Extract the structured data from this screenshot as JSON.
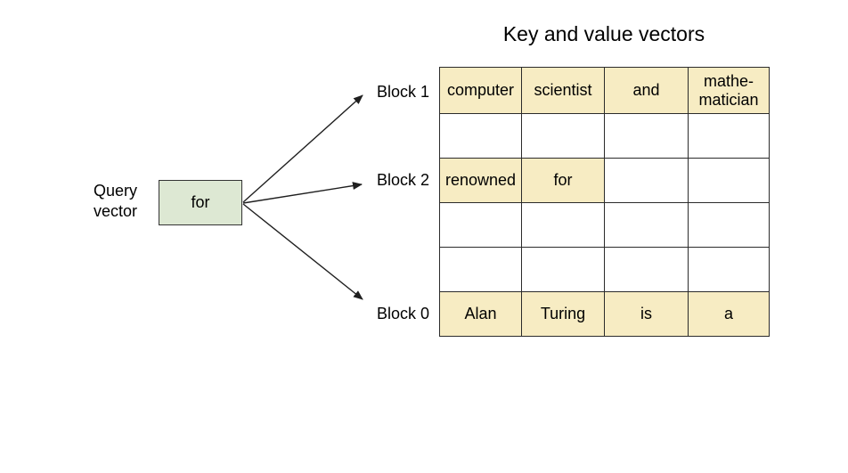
{
  "title": "Key and value vectors",
  "query_vector": {
    "label": "Query\nvector",
    "box_text": "for"
  },
  "block_labels": [
    "Block 1",
    "Block 2",
    "Block 0"
  ],
  "table": {
    "rows": [
      {
        "cells": [
          {
            "text": "computer",
            "highlight": true
          },
          {
            "text": "scientist",
            "highlight": true
          },
          {
            "text": "and",
            "highlight": true
          },
          {
            "text": "mathe-matician",
            "highlight": true
          }
        ]
      },
      {
        "cells": [
          {
            "text": "",
            "highlight": false
          },
          {
            "text": "",
            "highlight": false
          },
          {
            "text": "",
            "highlight": false
          },
          {
            "text": "",
            "highlight": false
          }
        ]
      },
      {
        "cells": [
          {
            "text": "renowned",
            "highlight": true
          },
          {
            "text": "for",
            "highlight": true
          },
          {
            "text": "",
            "highlight": false
          },
          {
            "text": "",
            "highlight": false
          }
        ]
      },
      {
        "cells": [
          {
            "text": "",
            "highlight": false
          },
          {
            "text": "",
            "highlight": false
          },
          {
            "text": "",
            "highlight": false
          },
          {
            "text": "",
            "highlight": false
          }
        ]
      },
      {
        "cells": [
          {
            "text": "",
            "highlight": false
          },
          {
            "text": "",
            "highlight": false
          },
          {
            "text": "",
            "highlight": false
          },
          {
            "text": "",
            "highlight": false
          }
        ]
      },
      {
        "cells": [
          {
            "text": "Alan",
            "highlight": true
          },
          {
            "text": "Turing",
            "highlight": true
          },
          {
            "text": "is",
            "highlight": true
          },
          {
            "text": "a",
            "highlight": true
          }
        ]
      }
    ]
  },
  "colors": {
    "cell_highlight": "#f7ecc3",
    "query_box_fill": "#dde8d3",
    "line_color": "#1f1f1f",
    "text_color": "#000000",
    "background": "#ffffff"
  }
}
